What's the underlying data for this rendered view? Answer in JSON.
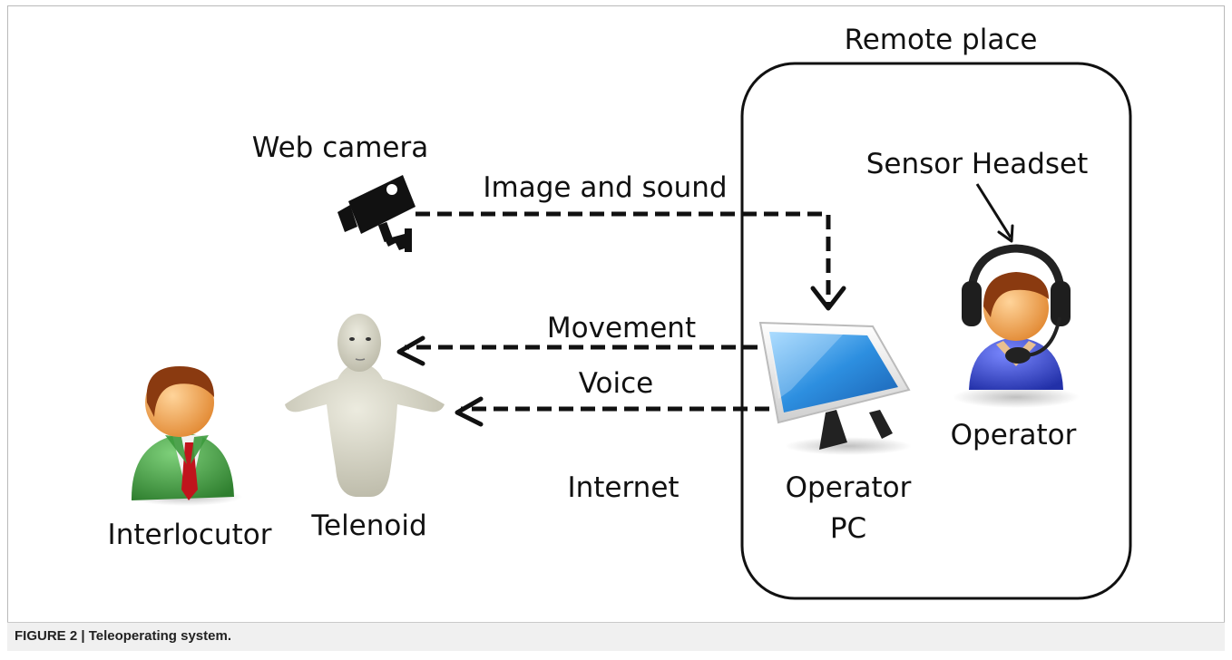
{
  "caption": "FIGURE 2 | Teleoperating system.",
  "labels": {
    "remote_place": "Remote place",
    "web_camera": "Web camera",
    "image_and_sound": "Image and sound",
    "sensor_headset": "Sensor Headset",
    "movement": "Movement",
    "voice": "Voice",
    "internet": "Internet",
    "operator_pc_line1": "Operator",
    "operator_pc_line2": "PC",
    "operator": "Operator",
    "interlocutor": "Interlocutor",
    "telenoid": "Telenoid"
  },
  "icons": [
    "web-camera-icon",
    "computer-monitor-icon",
    "operator-headset-person-icon",
    "interlocutor-person-icon",
    "telenoid-robot-icon"
  ],
  "colors": {
    "interlocutor_suit": "#3c9a3c",
    "tie": "#c0141c",
    "operator_shirt": "#2f3fc8",
    "monitor_screen": "#2d8fe0",
    "skin": "#f0a04a",
    "hair": "#8a3a10"
  }
}
